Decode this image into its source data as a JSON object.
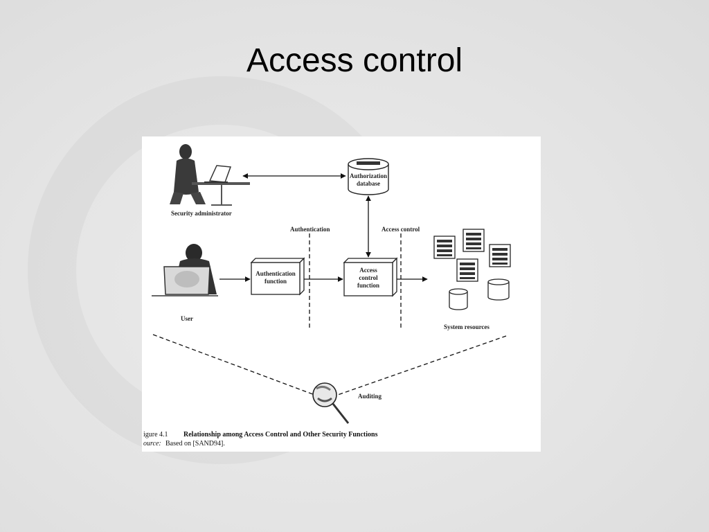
{
  "slide": {
    "title": "Access control"
  },
  "diagram": {
    "nodes": {
      "security_admin": "Security administrator",
      "user": "User",
      "auth_function_line1": "Authentication",
      "auth_function_line2": "function",
      "acf_line1": "Access",
      "acf_line2": "control",
      "acf_line3": "function",
      "authz_db_line1": "Authorization",
      "authz_db_line2": "database",
      "system_resources": "System resources",
      "auditing": "Auditing"
    },
    "boundaries": {
      "authentication": "Authentication",
      "access_control": "Access control"
    },
    "caption": {
      "figure_label": "igure 4.1",
      "title": "Relationship among Access Control and Other Security Functions",
      "source_label": "ource:",
      "source_text": "Based on [SAND94]."
    }
  }
}
